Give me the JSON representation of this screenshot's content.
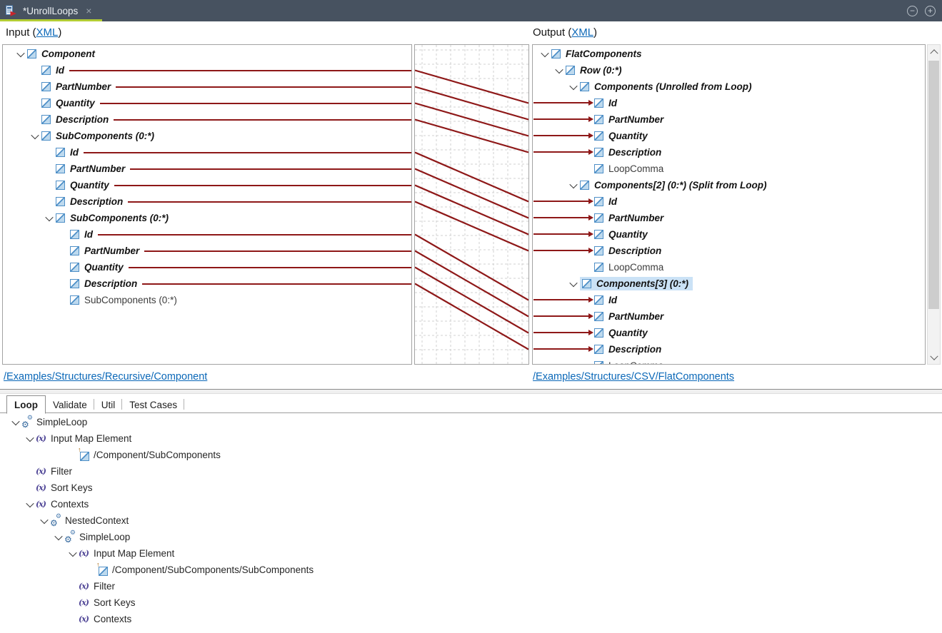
{
  "tab_bar": {
    "title": "*UnrollLoops",
    "close_glyph": "×",
    "zoom_out_glyph": "−",
    "zoom_in_glyph": "+"
  },
  "input_pane": {
    "header_prefix": "Input (",
    "header_link": "XML",
    "header_suffix": ")",
    "footer_link": "/Examples/Structures/Recursive/Component"
  },
  "output_pane": {
    "header_prefix": "Output (",
    "header_link": "XML",
    "header_suffix": ")",
    "footer_link": "/Examples/Structures/CSV/FlatComponents"
  },
  "icons": {
    "gear": "⚙",
    "fx": "(x)",
    "path_arrow": "↑"
  },
  "colors": {
    "titlebar_bg": "#475260",
    "active_tab_accent": "#b2cc34",
    "mapping_line": "#8e1818",
    "grid_line": "#d0d0d0",
    "link_blue": "#0b68b8",
    "selection_bg": "#cbe2f6",
    "element_icon_blue": "#4e8fc7"
  },
  "input_tree": {
    "rows": [
      {
        "label": "Component",
        "level": 0,
        "chevron": true,
        "mapped": true,
        "line": false
      },
      {
        "label": "Id",
        "level": 1,
        "chevron": false,
        "mapped": true,
        "line": true
      },
      {
        "label": "PartNumber",
        "level": 1,
        "chevron": false,
        "mapped": true,
        "line": true
      },
      {
        "label": "Quantity",
        "level": 1,
        "chevron": false,
        "mapped": true,
        "line": true
      },
      {
        "label": "Description",
        "level": 1,
        "chevron": false,
        "mapped": true,
        "line": true
      },
      {
        "label": "SubComponents (0:*)",
        "level": 1,
        "chevron": true,
        "mapped": true,
        "line": false
      },
      {
        "label": "Id",
        "level": 2,
        "chevron": false,
        "mapped": true,
        "line": true
      },
      {
        "label": "PartNumber",
        "level": 2,
        "chevron": false,
        "mapped": true,
        "line": true
      },
      {
        "label": "Quantity",
        "level": 2,
        "chevron": false,
        "mapped": true,
        "line": true
      },
      {
        "label": "Description",
        "level": 2,
        "chevron": false,
        "mapped": true,
        "line": true
      },
      {
        "label": "SubComponents (0:*)",
        "level": 2,
        "chevron": true,
        "mapped": true,
        "line": false
      },
      {
        "label": "Id",
        "level": 3,
        "chevron": false,
        "mapped": true,
        "line": true
      },
      {
        "label": "PartNumber",
        "level": 3,
        "chevron": false,
        "mapped": true,
        "line": true
      },
      {
        "label": "Quantity",
        "level": 3,
        "chevron": false,
        "mapped": true,
        "line": true
      },
      {
        "label": "Description",
        "level": 3,
        "chevron": false,
        "mapped": true,
        "line": true
      },
      {
        "label": "SubComponents (0:*)",
        "level": 3,
        "chevron": false,
        "mapped": false,
        "line": false
      }
    ]
  },
  "output_tree": {
    "rows": [
      {
        "label": "FlatComponents",
        "level": 0,
        "chevron": true,
        "mapped": true,
        "arrow": false,
        "selected": false
      },
      {
        "label": "Row (0:*)",
        "level": 1,
        "chevron": true,
        "mapped": true,
        "arrow": false,
        "selected": false
      },
      {
        "label": "Components (Unrolled from Loop)",
        "level": 2,
        "chevron": true,
        "mapped": true,
        "arrow": false,
        "selected": false
      },
      {
        "label": "Id",
        "level": 3,
        "chevron": false,
        "mapped": true,
        "arrow": true,
        "selected": false
      },
      {
        "label": "PartNumber",
        "level": 3,
        "chevron": false,
        "mapped": true,
        "arrow": true,
        "selected": false
      },
      {
        "label": "Quantity",
        "level": 3,
        "chevron": false,
        "mapped": true,
        "arrow": true,
        "selected": false
      },
      {
        "label": "Description",
        "level": 3,
        "chevron": false,
        "mapped": true,
        "arrow": true,
        "selected": false
      },
      {
        "label": "LoopComma",
        "level": 3,
        "chevron": false,
        "mapped": false,
        "arrow": false,
        "selected": false
      },
      {
        "label": "Components[2] (0:*) (Split from Loop)",
        "level": 2,
        "chevron": true,
        "mapped": true,
        "arrow": false,
        "selected": false
      },
      {
        "label": "Id",
        "level": 3,
        "chevron": false,
        "mapped": true,
        "arrow": true,
        "selected": false
      },
      {
        "label": "PartNumber",
        "level": 3,
        "chevron": false,
        "mapped": true,
        "arrow": true,
        "selected": false
      },
      {
        "label": "Quantity",
        "level": 3,
        "chevron": false,
        "mapped": true,
        "arrow": true,
        "selected": false
      },
      {
        "label": "Description",
        "level": 3,
        "chevron": false,
        "mapped": true,
        "arrow": true,
        "selected": false
      },
      {
        "label": "LoopComma",
        "level": 3,
        "chevron": false,
        "mapped": false,
        "arrow": false,
        "selected": false
      },
      {
        "label": "Components[3] (0:*)",
        "level": 2,
        "chevron": true,
        "mapped": true,
        "arrow": false,
        "selected": true
      },
      {
        "label": "Id",
        "level": 3,
        "chevron": false,
        "mapped": true,
        "arrow": true,
        "selected": false
      },
      {
        "label": "PartNumber",
        "level": 3,
        "chevron": false,
        "mapped": true,
        "arrow": true,
        "selected": false
      },
      {
        "label": "Quantity",
        "level": 3,
        "chevron": false,
        "mapped": true,
        "arrow": true,
        "selected": false
      },
      {
        "label": "Description",
        "level": 3,
        "chevron": false,
        "mapped": true,
        "arrow": true,
        "selected": false
      },
      {
        "label": "LoopComma",
        "level": 3,
        "chevron": false,
        "mapped": false,
        "arrow": false,
        "selected": false
      }
    ]
  },
  "mappings": [
    {
      "from": 1,
      "to": 3
    },
    {
      "from": 2,
      "to": 4
    },
    {
      "from": 3,
      "to": 5
    },
    {
      "from": 4,
      "to": 6
    },
    {
      "from": 6,
      "to": 9
    },
    {
      "from": 7,
      "to": 10
    },
    {
      "from": 8,
      "to": 11
    },
    {
      "from": 9,
      "to": 12
    },
    {
      "from": 11,
      "to": 15
    },
    {
      "from": 12,
      "to": 16
    },
    {
      "from": 13,
      "to": 17
    },
    {
      "from": 14,
      "to": 18
    }
  ],
  "bottom": {
    "tabs": [
      {
        "label": "Loop",
        "active": true
      },
      {
        "label": "Validate",
        "active": false
      },
      {
        "label": "Util",
        "active": false
      },
      {
        "label": "Test Cases",
        "active": false
      }
    ],
    "tree": {
      "rows": [
        {
          "label": "SimpleLoop",
          "indent": 14,
          "chevron": true,
          "icon": "gears"
        },
        {
          "label": "Input Map Element",
          "indent": 34,
          "chevron": true,
          "icon": "fx"
        },
        {
          "label": "/Component/SubComponents",
          "indent": 94,
          "chevron": false,
          "icon": "path"
        },
        {
          "label": "Filter",
          "indent": 34,
          "chevron": false,
          "icon": "fx"
        },
        {
          "label": "Sort Keys",
          "indent": 34,
          "chevron": false,
          "icon": "fx"
        },
        {
          "label": "Contexts",
          "indent": 34,
          "chevron": true,
          "icon": "fx"
        },
        {
          "label": "NestedContext",
          "indent": 54,
          "chevron": true,
          "icon": "gears"
        },
        {
          "label": "SimpleLoop",
          "indent": 74,
          "chevron": true,
          "icon": "gears"
        },
        {
          "label": "Input Map Element",
          "indent": 94,
          "chevron": true,
          "icon": "fx"
        },
        {
          "label": "/Component/SubComponents/SubComponents",
          "indent": 120,
          "chevron": false,
          "icon": "path"
        },
        {
          "label": "Filter",
          "indent": 94,
          "chevron": false,
          "icon": "fx"
        },
        {
          "label": "Sort Keys",
          "indent": 94,
          "chevron": false,
          "icon": "fx"
        },
        {
          "label": "Contexts",
          "indent": 94,
          "chevron": false,
          "icon": "fx"
        }
      ]
    }
  }
}
